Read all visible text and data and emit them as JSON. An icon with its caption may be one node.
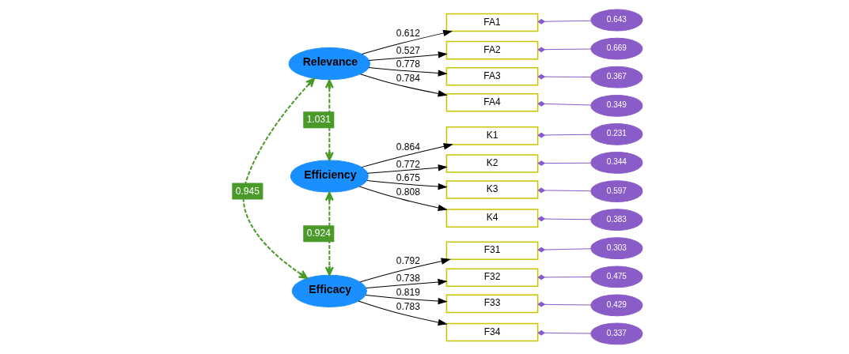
{
  "diagram": {
    "nodes": [
      {
        "text": [
          "Relevance"
        ]
      },
      {
        "text": [
          "FA1"
        ]
      },
      {
        "text": [
          "FA2"
        ]
      },
      {
        "text": [
          "FA3"
        ]
      },
      {
        "text": [
          "FA4"
        ]
      },
      {
        "text": [
          "0.643"
        ]
      },
      {
        "text": [
          "0.669"
        ]
      },
      {
        "text": [
          "0.367"
        ]
      },
      {
        "text": [
          "0.349"
        ]
      },
      {
        "text": [
          "Efficiency"
        ]
      },
      {
        "text": [
          "K1"
        ]
      },
      {
        "text": [
          "K2"
        ]
      },
      {
        "text": [
          "K3"
        ]
      },
      {
        "text": [
          "K4"
        ]
      },
      {
        "text": [
          "0.231"
        ]
      },
      {
        "text": [
          "0.344"
        ]
      },
      {
        "text": [
          "0.597"
        ]
      },
      {
        "text": [
          "0.383"
        ]
      },
      {
        "text": [
          "Efficacy"
        ]
      },
      {
        "text": [
          "F31"
        ]
      },
      {
        "text": [
          "F32"
        ]
      },
      {
        "text": [
          "F33"
        ]
      },
      {
        "text": [
          "F34"
        ]
      },
      {
        "text": [
          "0.303"
        ]
      },
      {
        "text": [
          "0.475"
        ]
      },
      {
        "text": [
          "0.429"
        ]
      },
      {
        "text": [
          "0.337"
        ]
      }
    ],
    "edges": [
      {
        "from": 0,
        "to": 1,
        "arrow": "to",
        "label": "0.612"
      },
      {
        "from": 0,
        "to": 2,
        "arrow": "to",
        "label": "0.527"
      },
      {
        "from": 0,
        "to": 3,
        "arrow": "to",
        "label": "0.778"
      },
      {
        "from": 0,
        "to": 4,
        "arrow": "to",
        "label": "0.784"
      },
      {
        "from": 5,
        "to": 1,
        "arrow": "other",
        "color": "#8a5cc8"
      },
      {
        "from": 6,
        "to": 2,
        "arrow": "other",
        "color": "#8a5cc8"
      },
      {
        "from": 7,
        "to": 3,
        "arrow": "other",
        "color": "#8a5cc8"
      },
      {
        "from": 8,
        "to": 4,
        "arrow": "other",
        "color": "#8a5cc8"
      },
      {
        "from": 9,
        "to": 10,
        "arrow": "to",
        "label": "0.864"
      },
      {
        "from": 9,
        "to": 11,
        "arrow": "to",
        "label": "0.772"
      },
      {
        "from": 9,
        "to": 12,
        "arrow": "to",
        "label": "0.675"
      },
      {
        "from": 9,
        "to": 13,
        "arrow": "to",
        "label": "0.808"
      },
      {
        "from": 14,
        "to": 10,
        "arrow": "other",
        "color": "#8a5cc8"
      },
      {
        "from": 15,
        "to": 11,
        "arrow": "other",
        "color": "#8a5cc8"
      },
      {
        "from": 16,
        "to": 12,
        "arrow": "other",
        "color": "#8a5cc8"
      },
      {
        "from": 17,
        "to": 13,
        "arrow": "other",
        "color": "#8a5cc8"
      },
      {
        "from": 18,
        "to": 19,
        "arrow": "to",
        "label": "0.792"
      },
      {
        "from": 18,
        "to": 20,
        "arrow": "to",
        "label": "0.738"
      },
      {
        "from": 18,
        "to": 21,
        "arrow": "to",
        "label": "0.819"
      },
      {
        "from": 18,
        "to": 22,
        "arrow": "to",
        "label": "0.783"
      },
      {
        "from": 23,
        "to": 19,
        "arrow": "other",
        "color": "#8a5cc8"
      },
      {
        "from": 24,
        "to": 20,
        "arrow": "other",
        "color": "#8a5cc8"
      },
      {
        "from": 25,
        "to": 21,
        "arrow": "other",
        "color": "#8a5cc8"
      },
      {
        "from": 26,
        "to": 22,
        "arrow": "other",
        "color": "#8a5cc8"
      },
      {
        "from": 0,
        "to": 18,
        "arrow": "both",
        "label": "0.945",
        "style": "dashed",
        "color": "#4a9a2a"
      },
      {
        "from": 0,
        "to": 9,
        "arrow": "both",
        "label": "1.031",
        "style": "dashed",
        "color": "#4a9a2a"
      },
      {
        "from": 9,
        "to": 18,
        "arrow": "both",
        "label": "0.924",
        "style": "dashed",
        "color": "#4a9a2a"
      }
    ]
  }
}
